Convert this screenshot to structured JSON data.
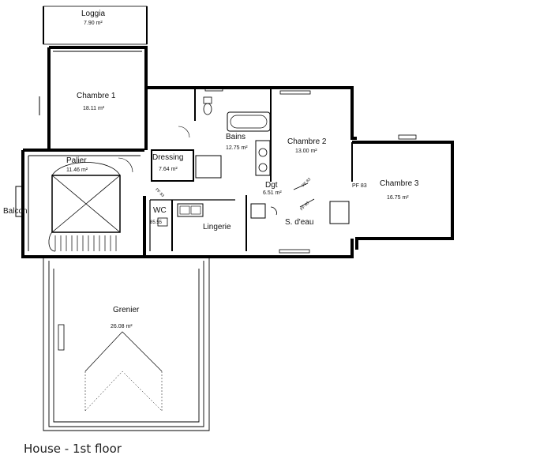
{
  "rooms": {
    "loggia": {
      "name": "Loggia",
      "area": "7.90 m²"
    },
    "chambre1": {
      "name": "Chambre 1",
      "area": "18.11 m²"
    },
    "palier": {
      "name": "Palier",
      "area": "11.46 m²"
    },
    "balcon": {
      "name": "Balcon"
    },
    "dressing": {
      "name": "Dressing",
      "area": "7.64 m²"
    },
    "bains": {
      "name": "Bains",
      "area": "12.75 m²"
    },
    "chambre2": {
      "name": "Chambre 2",
      "area": "13.00 m²"
    },
    "chambre3": {
      "name": "Chambre 3",
      "area": "16.75 m²"
    },
    "dgt": {
      "name": "Dgt",
      "area": "6.51 m²"
    },
    "wc": {
      "name": "WC"
    },
    "lingerie": {
      "name": "Lingerie"
    },
    "sdeau": {
      "name": "S. d'eau"
    },
    "grenier": {
      "name": "Grenier",
      "area": "26.08 m²"
    }
  },
  "marks": {
    "pf83_a": "PF 83",
    "pf83_b": "PF 83",
    "pf83_c": "PF 83",
    "pf83_d": "PF 83",
    "wc_window": "85.55"
  },
  "caption": "House - 1st floor"
}
